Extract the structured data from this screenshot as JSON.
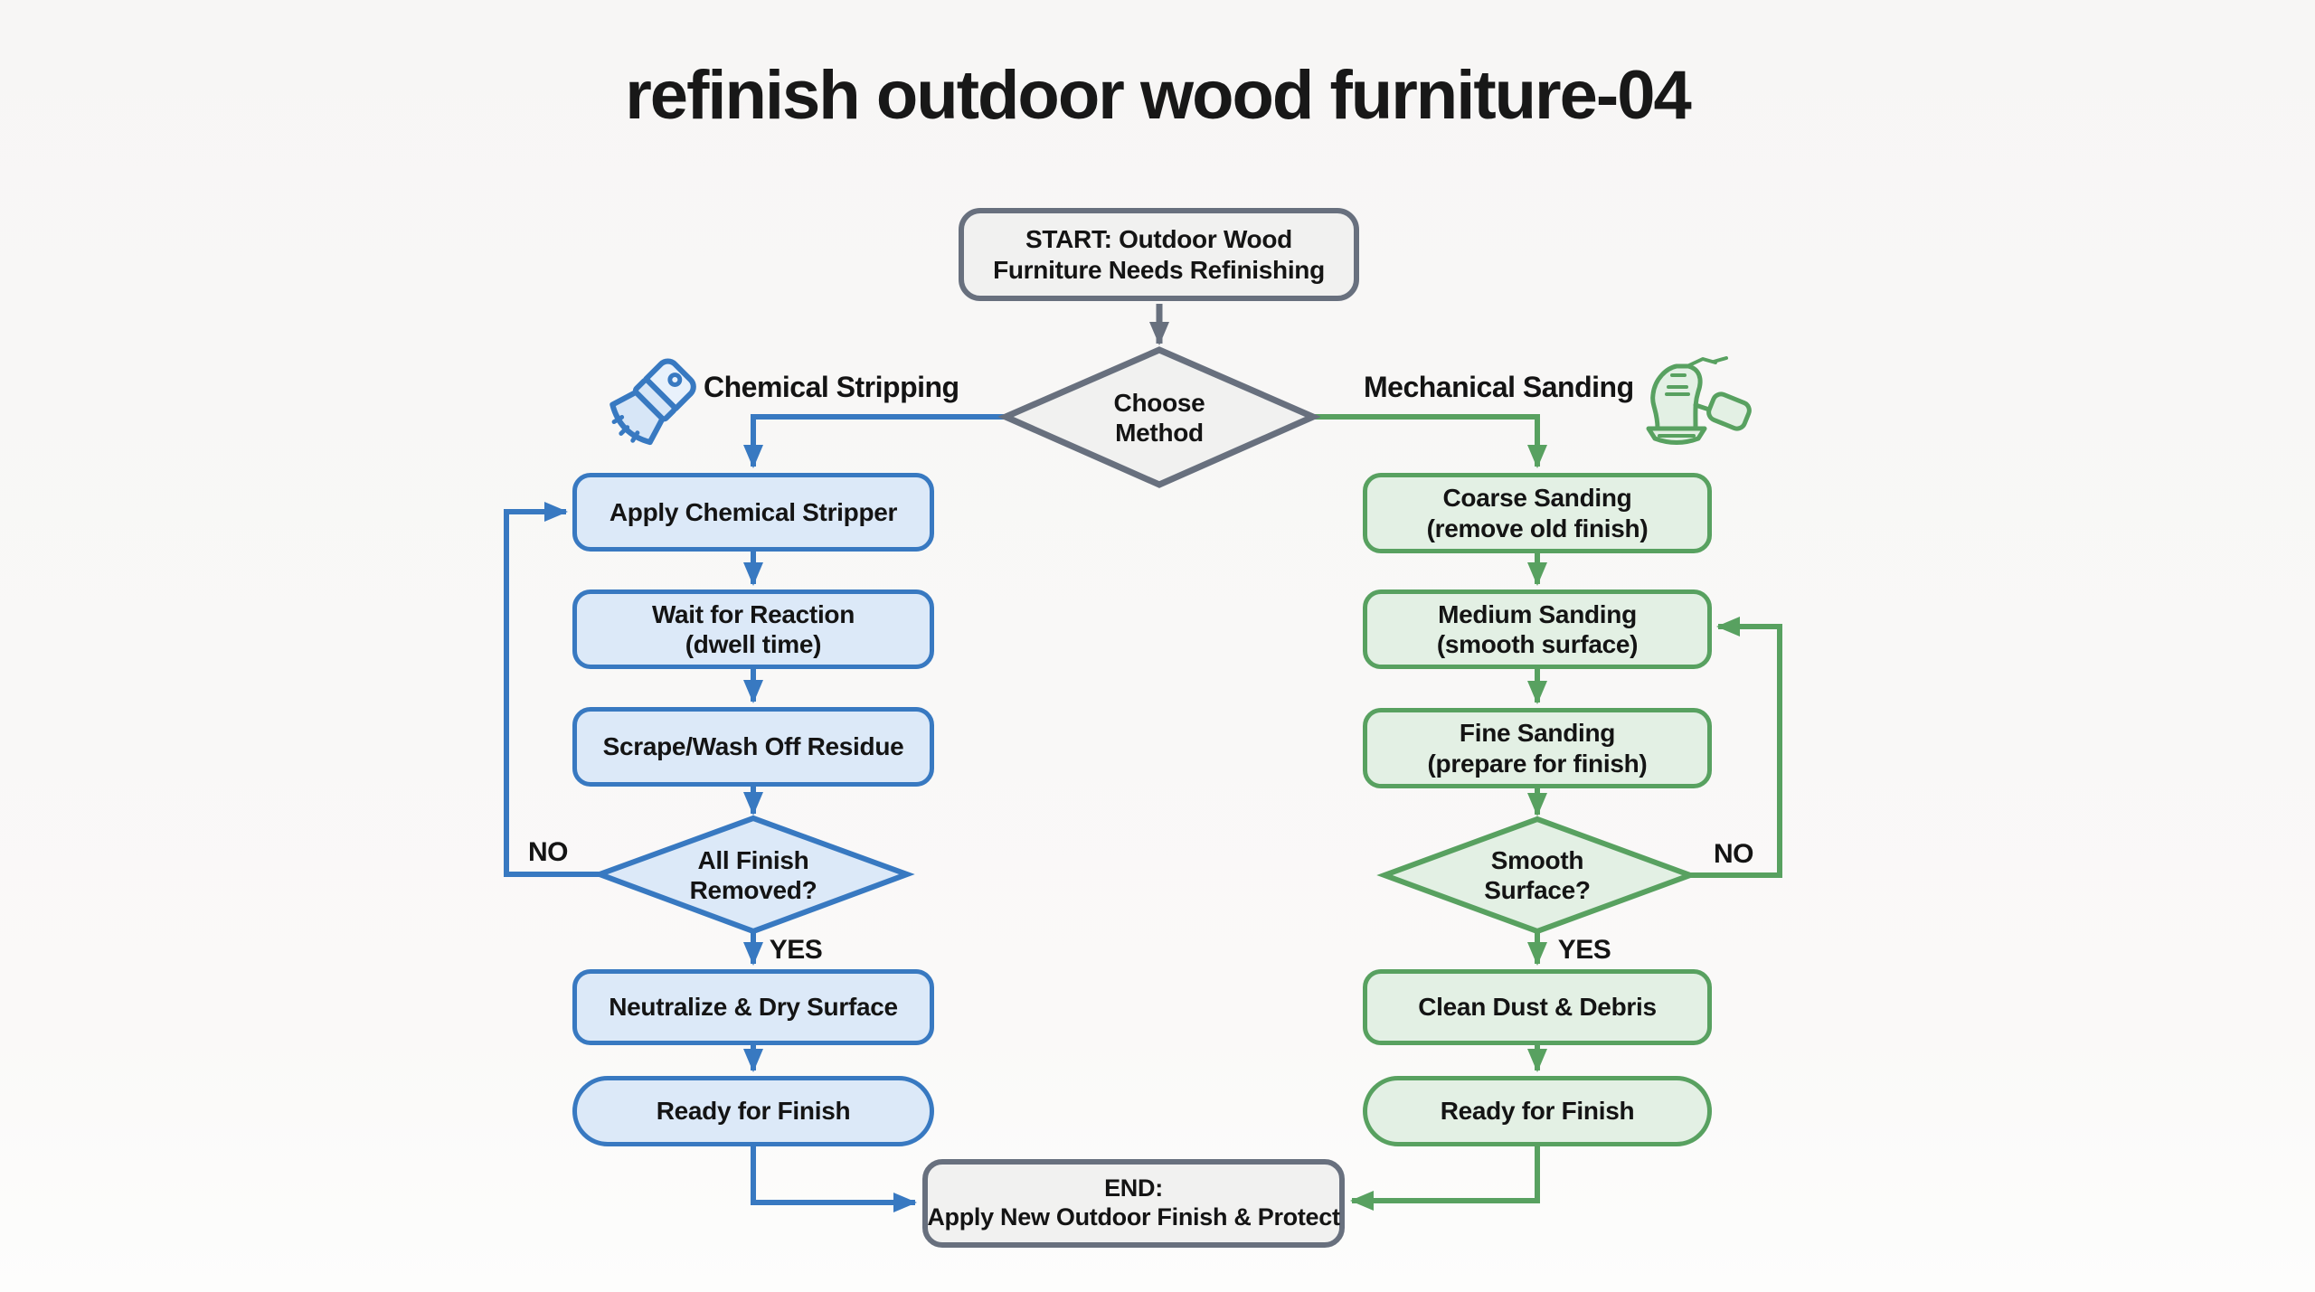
{
  "title": "refinish outdoor wood furniture-04",
  "colors": {
    "gray_stroke": "#68707e",
    "gray_fill": "#f1f1f0",
    "blue_stroke": "#3879c1",
    "blue_fill": "#dce9f8",
    "green_stroke": "#58a160",
    "green_fill": "#e3f0e4",
    "text": "#141414",
    "background": "#faf9f8"
  },
  "nodes": {
    "start": {
      "line1": "START: Outdoor Wood",
      "line2": "Furniture Needs Refinishing"
    },
    "choose": {
      "line1": "Choose",
      "line2": "Method"
    },
    "apply": {
      "line1": "Apply Chemical Stripper"
    },
    "wait": {
      "line1": "Wait for Reaction",
      "line2": "(dwell time)"
    },
    "scrape": {
      "line1": "Scrape/Wash Off Residue"
    },
    "all_finish": {
      "line1": "All Finish",
      "line2": "Removed?"
    },
    "neutralize": {
      "line1": "Neutralize & Dry Surface"
    },
    "ready_left": {
      "line1": "Ready for Finish"
    },
    "coarse": {
      "line1": "Coarse Sanding",
      "line2": "(remove old finish)"
    },
    "medium": {
      "line1": "Medium Sanding",
      "line2": "(smooth surface)"
    },
    "fine": {
      "line1": "Fine Sanding",
      "line2": "(prepare for finish)"
    },
    "smooth": {
      "line1": "Smooth",
      "line2": "Surface?"
    },
    "clean": {
      "line1": "Clean Dust & Debris"
    },
    "ready_right": {
      "line1": "Ready for Finish"
    },
    "end": {
      "line1": "END:",
      "line2": "Apply New Outdoor Finish & Protect"
    }
  },
  "branches": {
    "left": {
      "label": "Chemical Stripping",
      "icon": "paintbrush-icon"
    },
    "right": {
      "label": "Mechanical Sanding",
      "icon": "orbital-sander-icon"
    }
  },
  "edge_labels": {
    "left_no": "NO",
    "left_yes": "YES",
    "right_no": "NO",
    "right_yes": "YES"
  }
}
